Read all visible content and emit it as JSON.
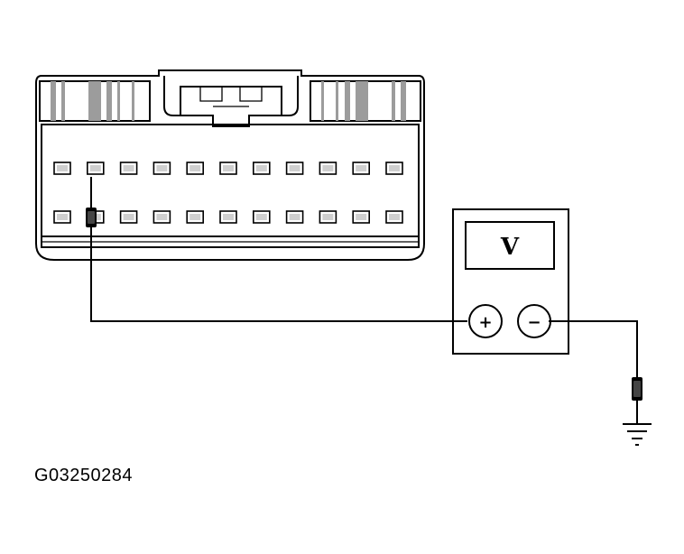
{
  "figure_id": "G03250284",
  "meter": {
    "display_label": "V",
    "positive_symbol": "+",
    "negative_symbol": "−"
  },
  "connector": {
    "pin_rows": 2,
    "pins_per_row": 11,
    "probed_pin": {
      "row": 2,
      "column": 2
    }
  },
  "icons": [
    "probe-icon",
    "ground-symbol-icon"
  ],
  "colors": {
    "ink": "#000000",
    "background": "#ffffff"
  }
}
